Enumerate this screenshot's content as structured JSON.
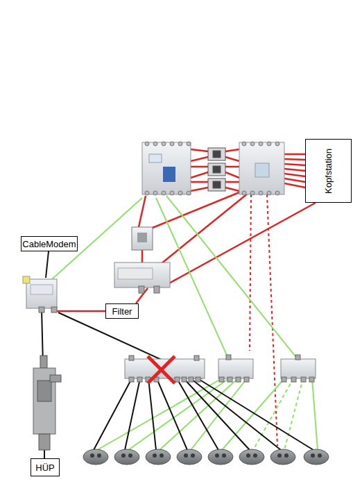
{
  "diagram": {
    "nodes": [
      {
        "text": [
          "CableModem"
        ]
      },
      {
        "text": [
          "Filter"
        ]
      },
      {
        "text": [
          "Kopfstation"
        ]
      },
      {
        "text": [
          "HÜP"
        ]
      }
    ]
  }
}
